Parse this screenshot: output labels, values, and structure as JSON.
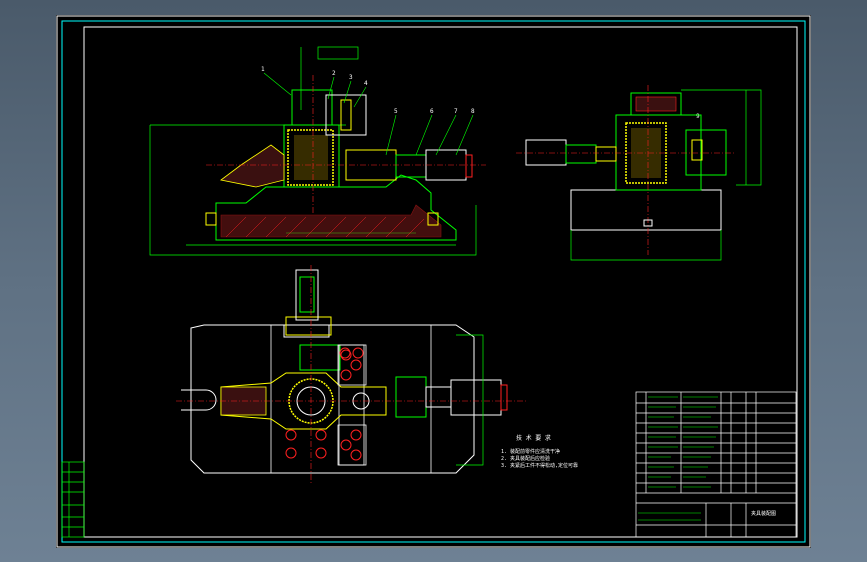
{
  "drawing": {
    "tech_req_title": "技 术 要 求",
    "tech_req_lines": [
      "1. 装配前零件应清洗干净",
      "2. 夹具装配后应检验",
      "3. 夹紧后工件不得松动,定位可靠"
    ],
    "part_callouts": [
      "1",
      "2",
      "3",
      "4",
      "5",
      "6",
      "7",
      "8",
      "9"
    ],
    "title_block_name": "夹具装配图"
  },
  "colors": {
    "background": "#000000",
    "frame": "#00ffff",
    "outline": "#00ff00",
    "yellow": "#ffff00",
    "red": "#ff2020",
    "white": "#ffffff",
    "magenta": "#ff00ff"
  }
}
